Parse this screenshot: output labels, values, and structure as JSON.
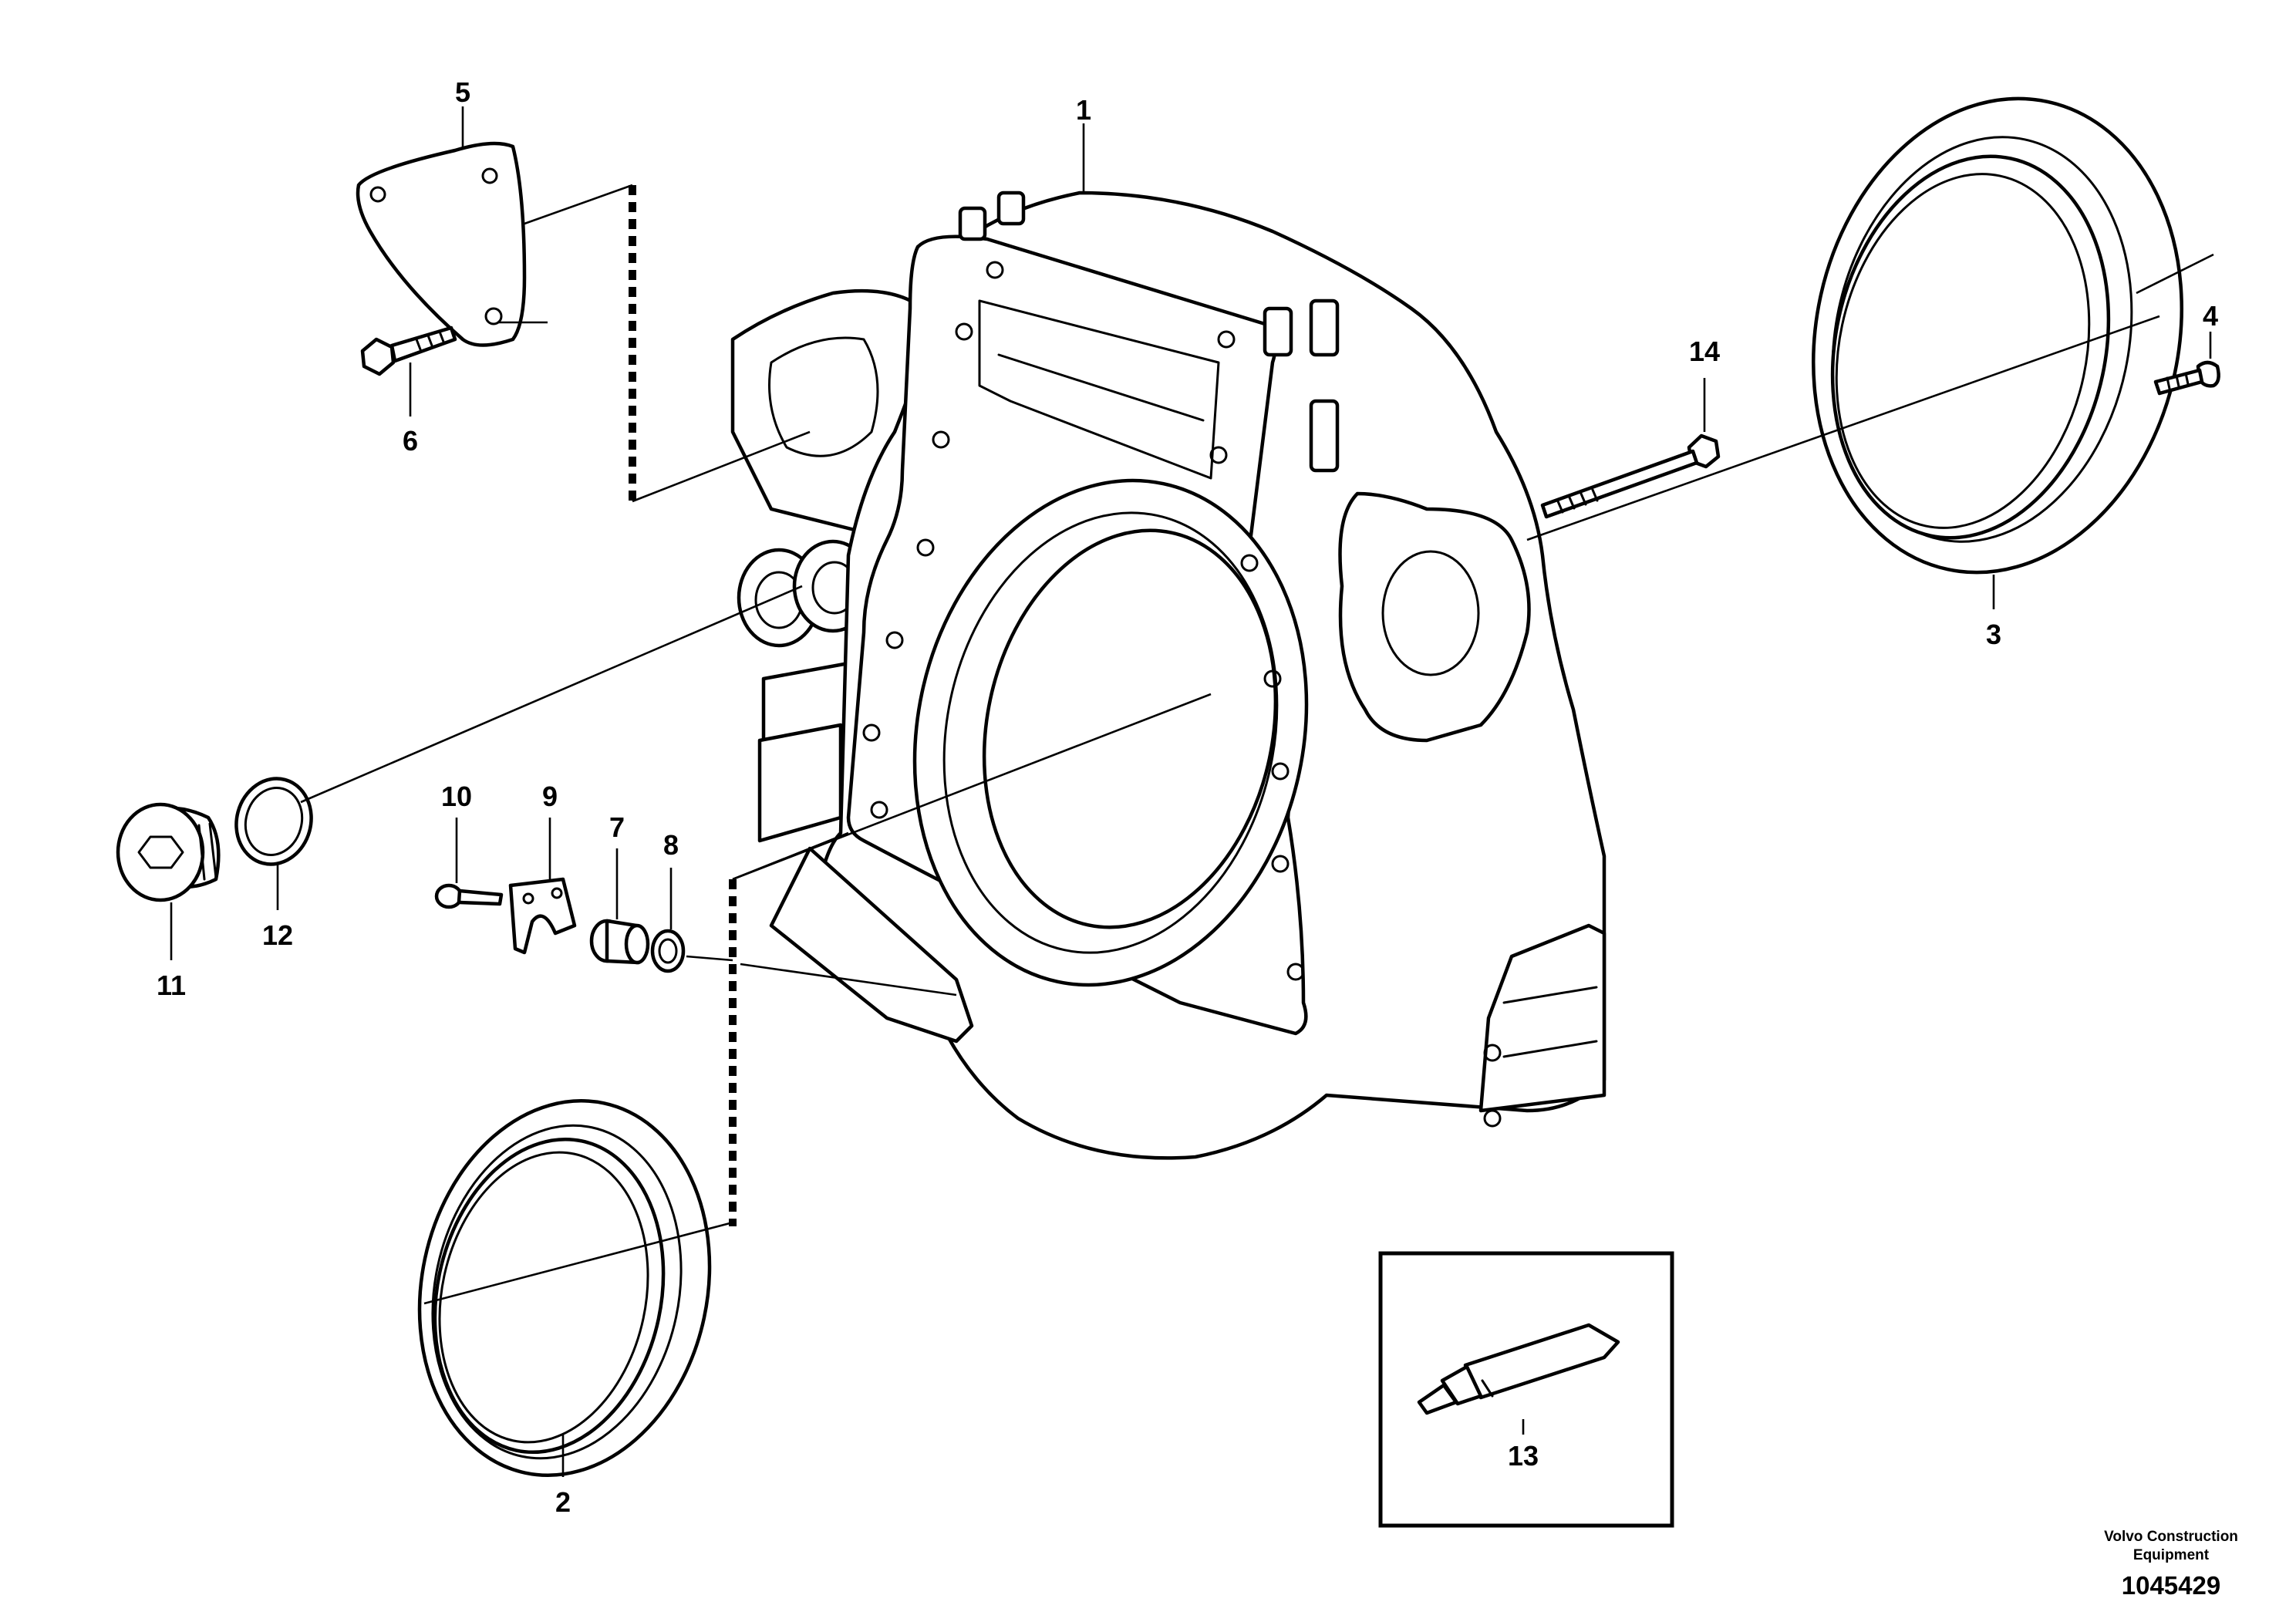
{
  "callouts": {
    "c1": "1",
    "c2": "2",
    "c3": "3",
    "c4": "4",
    "c5": "5",
    "c6": "6",
    "c7": "7",
    "c8": "8",
    "c9": "9",
    "c10": "10",
    "c11": "11",
    "c12": "12",
    "c13": "13",
    "c14": "14"
  },
  "footer": {
    "brand_line1": "Volvo Construction",
    "brand_line2": "Equipment",
    "document_number": "1045429"
  }
}
